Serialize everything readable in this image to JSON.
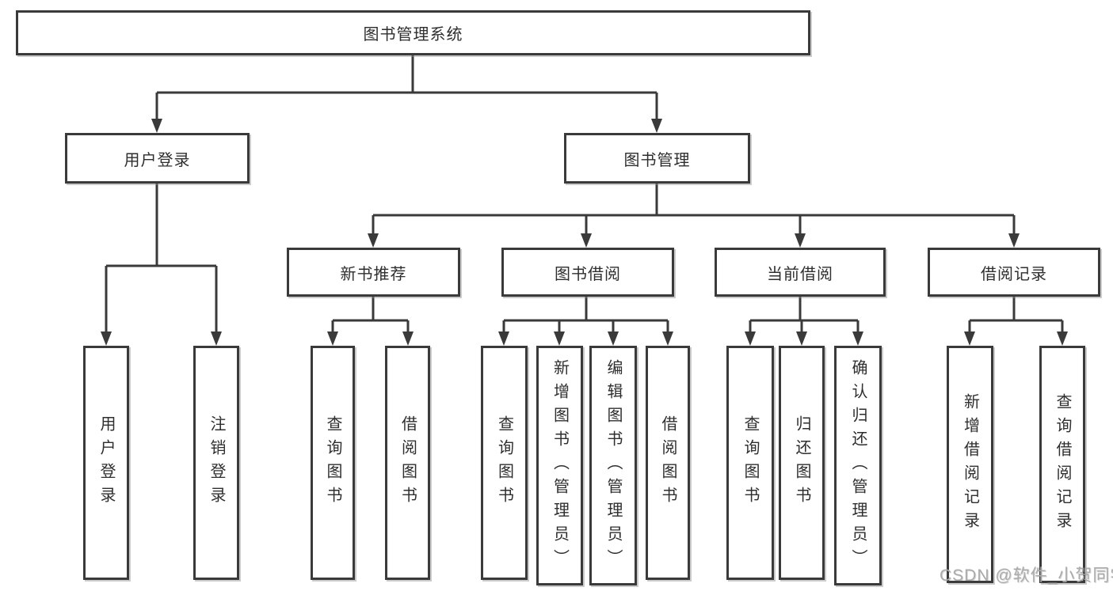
{
  "diagram_type": "hierarchy-tree",
  "tree": {
    "label": "图书管理系统",
    "children": [
      {
        "label": "用户登录",
        "children": [
          {
            "label": "用户登录"
          },
          {
            "label": "注销登录"
          }
        ]
      },
      {
        "label": "图书管理",
        "children": [
          {
            "label": "新书推荐",
            "children": [
              {
                "label": "查询图书"
              },
              {
                "label": "借阅图书"
              }
            ]
          },
          {
            "label": "图书借阅",
            "children": [
              {
                "label": "查询图书"
              },
              {
                "label": "新增图书（管理员）"
              },
              {
                "label": "编辑图书（管理员）"
              },
              {
                "label": "借阅图书"
              }
            ]
          },
          {
            "label": "当前借阅",
            "children": [
              {
                "label": "查询图书"
              },
              {
                "label": "归还图书"
              },
              {
                "label": "确认归还（管理员）"
              }
            ]
          },
          {
            "label": "借阅记录",
            "children": [
              {
                "label": "新增借阅记录"
              },
              {
                "label": "查询借阅记录"
              }
            ]
          }
        ]
      }
    ]
  },
  "watermark": "CSDN @软件_小贺同学",
  "colors": {
    "line": "#3a3a3a",
    "box_border": "#3a3a3a",
    "text": "#2e2e2e",
    "background": "#ffffff",
    "watermark": "#ababab"
  }
}
